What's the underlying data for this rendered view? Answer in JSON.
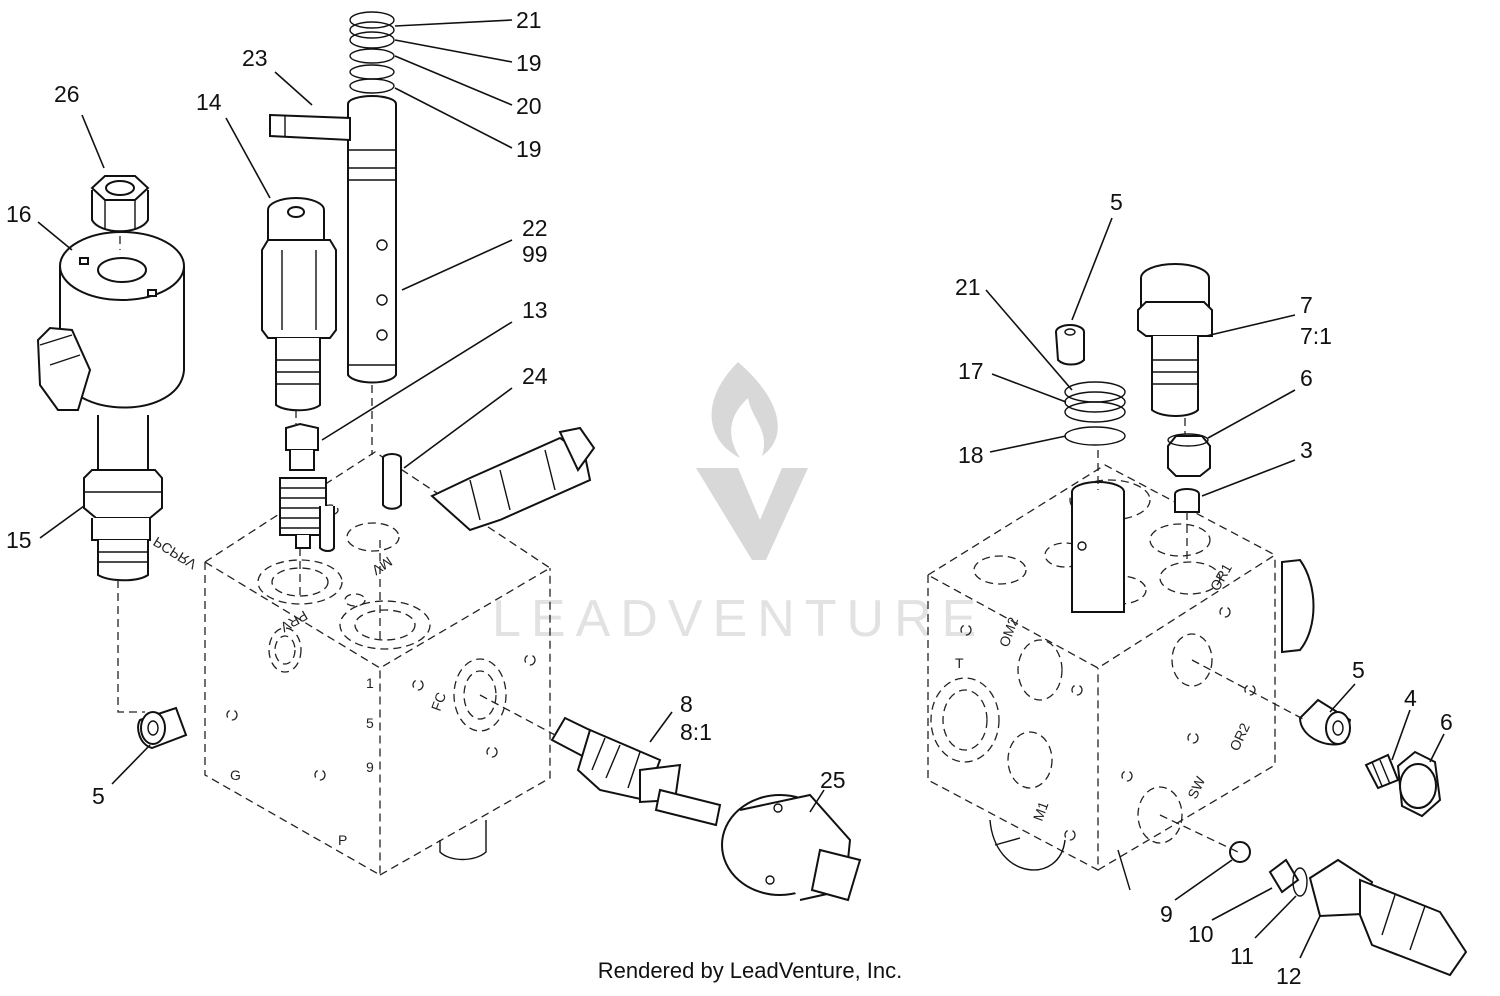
{
  "watermark": {
    "brand": "LEADVENTURE"
  },
  "credit": "Rendered by LeadVenture, Inc.",
  "callouts": {
    "c21a": "21",
    "c19a": "19",
    "c20": "20",
    "c19b": "19",
    "c23": "23",
    "c26": "26",
    "c14": "14",
    "c16": "16",
    "c22": "22",
    "c99": "99",
    "c13": "13",
    "c24": "24",
    "c15": "15",
    "c5a": "5",
    "c8": "8",
    "c8_1": "8:1",
    "c25": "25",
    "c5b": "5",
    "c21b": "21",
    "c7": "7",
    "c7_1": "7:1",
    "c17": "17",
    "c6a": "6",
    "c18": "18",
    "c3": "3",
    "c5c": "5",
    "c4": "4",
    "c6b": "6",
    "c9": "9",
    "c10": "10",
    "c11": "11",
    "c12": "12"
  },
  "ports": {
    "left": {
      "pcprv": "PCPRV",
      "mv": "MV",
      "prv": "PRV",
      "fc": "FC",
      "g": "G",
      "p": "P",
      "n1": "1",
      "n5": "5",
      "n9": "9"
    },
    "right": {
      "om2": "OM2",
      "t": "T",
      "or2": "OR2",
      "or1": "OR1",
      "m1": "M1",
      "sw": "SW"
    }
  }
}
